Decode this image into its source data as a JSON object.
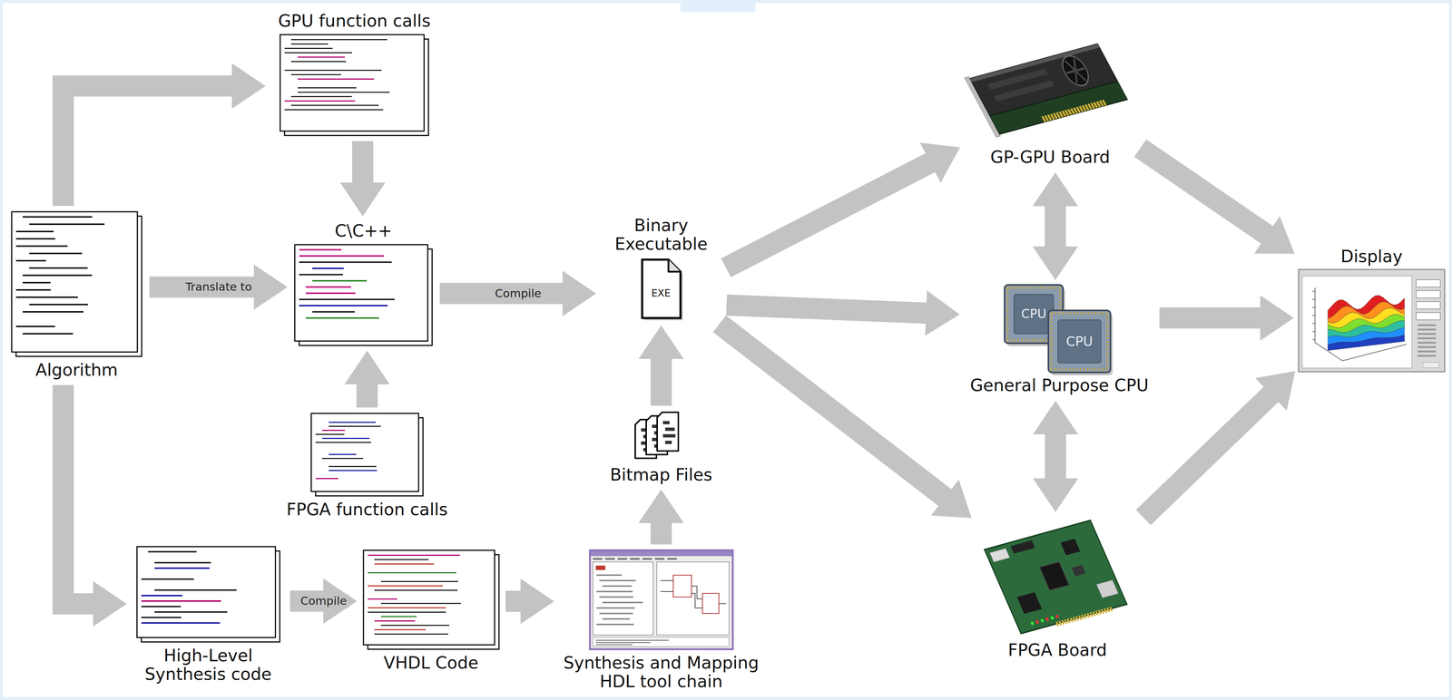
{
  "diagram": {
    "nodes": [
      {
        "text": [
          "Algorithm"
        ]
      },
      {
        "text": [
          "GPU function calls"
        ]
      },
      {
        "text": [
          "C\\C++"
        ]
      },
      {
        "text": [
          "FPGA function calls"
        ]
      },
      {
        "text": [
          "Binary Executable",
          "EXE"
        ]
      },
      {
        "text": [
          "Bitmap Files"
        ]
      },
      {
        "text": [
          "High-Level Synthesis code"
        ]
      },
      {
        "text": [
          "VHDL Code"
        ]
      },
      {
        "text": [
          "Synthesis and Mapping HDL tool chain"
        ]
      },
      {
        "text": [
          "GP-GPU Board"
        ]
      },
      {
        "text": [
          "General Purpose CPU"
        ]
      },
      {
        "text": [
          "FPGA Board"
        ]
      },
      {
        "text": [
          "Display"
        ]
      }
    ],
    "edges": [
      {
        "from": 0,
        "to": 1,
        "arrow": "to"
      },
      {
        "from": 0,
        "to": 2,
        "label": "Translate to",
        "arrow": "to"
      },
      {
        "from": 0,
        "to": 6,
        "arrow": "to"
      },
      {
        "from": 1,
        "to": 2,
        "arrow": "to"
      },
      {
        "from": 3,
        "to": 2,
        "arrow": "to"
      },
      {
        "from": 2,
        "to": 4,
        "label": "Compile",
        "arrow": "to"
      },
      {
        "from": 6,
        "to": 7,
        "label": "Compile",
        "arrow": "to"
      },
      {
        "from": 7,
        "to": 8,
        "arrow": "to"
      },
      {
        "from": 8,
        "to": 5,
        "arrow": "to"
      },
      {
        "from": 5,
        "to": 4,
        "arrow": "to"
      },
      {
        "from": 4,
        "to": 9,
        "arrow": "to"
      },
      {
        "from": 4,
        "to": 10,
        "arrow": "to"
      },
      {
        "from": 4,
        "to": 11,
        "arrow": "to"
      },
      {
        "from": 9,
        "to": 10,
        "arrow": "both"
      },
      {
        "from": 10,
        "to": 11,
        "arrow": "both"
      },
      {
        "from": 9,
        "to": 12,
        "arrow": "to"
      },
      {
        "from": 10,
        "to": 12,
        "arrow": "to"
      },
      {
        "from": 11,
        "to": 12,
        "arrow": "to"
      }
    ],
    "labels": [
      "CPU",
      "CPU"
    ]
  }
}
